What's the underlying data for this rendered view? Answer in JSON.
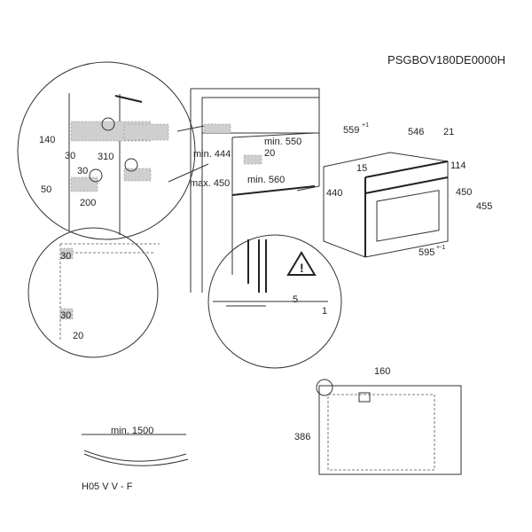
{
  "model_code": "PSGBOV180DE0000H",
  "detail_top": {
    "d140": "140",
    "d30a": "30",
    "d310": "310",
    "d30b": "30",
    "d50": "50",
    "d200": "200"
  },
  "niche": {
    "min444": "min. 444",
    "max450": "max. 450",
    "min550": "min. 550",
    "d20": "20",
    "min560": "min. 560"
  },
  "appliance": {
    "d559": "559",
    "d559_tol": "+1",
    "d546": "546",
    "d21": "21",
    "d15": "15",
    "d114": "114",
    "d440": "440",
    "d450": "450",
    "d455": "455",
    "d595": "595",
    "d595_tol": "+-1"
  },
  "detail_side": {
    "d30a": "30",
    "d30b": "30",
    "d20": "20"
  },
  "detail_bottom": {
    "d5": "5",
    "d1": "1"
  },
  "connection": {
    "d160": "160",
    "d386": "386"
  },
  "cable": {
    "min1500": "min. 1500",
    "type": "H05 V V - F"
  }
}
